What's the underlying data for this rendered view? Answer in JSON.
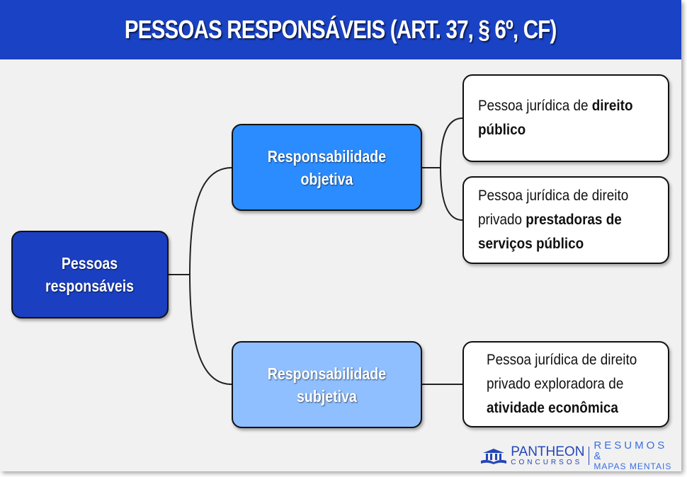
{
  "title": "PESSOAS RESPONSÁVEIS (ART. 37, § 6º, CF)",
  "root": {
    "line1": "Pessoas",
    "line2": "responsáveis"
  },
  "objetiva": {
    "line1": "Responsabilidade",
    "line2": "objetiva"
  },
  "subjetiva": {
    "line1": "Responsabilidade",
    "line2": "subjetiva"
  },
  "leaf1": {
    "a": "Pessoa jurídica de ",
    "b": "direito",
    "c": "público"
  },
  "leaf2": {
    "a": "Pessoa jurídica de direito",
    "b": "privado ",
    "c": "prestadoras de",
    "d": "serviços público"
  },
  "leaf3": {
    "a": "Pessoa jurídica de direito",
    "b": "privado exploradora de",
    "c": "atividade econômica"
  },
  "logo": {
    "brand": "PANTHEON",
    "sub": "CONCURSOS",
    "r1": "RESUMOS &",
    "r2": "MAPAS MENTAIS"
  },
  "colors": {
    "header": "#1a42c4",
    "root": "#1a3fc0",
    "objetiva": "#2b8cff",
    "subjetiva": "#8fbfff"
  }
}
